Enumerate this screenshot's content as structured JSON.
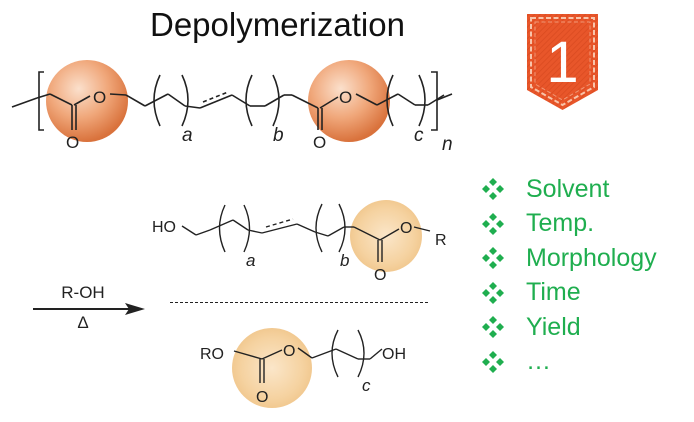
{
  "title": "Depolymerization",
  "badge": {
    "number": "1",
    "color": "#e8562a"
  },
  "colors": {
    "ester_sphere_dark": "#e07b45",
    "ester_sphere_light": "#f7d3a4",
    "list_green": "#1fae4f"
  },
  "polymer": {
    "atoms": {
      "o_ester": "O",
      "o_carbonyl": "O",
      "o2_ester": "O",
      "o2_carbonyl": "O"
    },
    "subscripts": {
      "a": "a",
      "b": "b",
      "c": "c",
      "n": "n"
    }
  },
  "reaction": {
    "reagent": "R-OH",
    "condition": "Δ"
  },
  "product1": {
    "ho": "HO",
    "o_ester": "O",
    "o_carbonyl": "O",
    "r": "R",
    "sub_a": "a",
    "sub_b": "b"
  },
  "product2": {
    "ro": "RO",
    "o_ester": "O",
    "o_carbonyl": "O",
    "oh": "OH",
    "sub_c": "c"
  },
  "factors": {
    "bullet_icon": "diamond-cluster-icon",
    "items": [
      "Solvent",
      "Temp.",
      "Morphology",
      "Time",
      "Yield",
      "…"
    ]
  }
}
